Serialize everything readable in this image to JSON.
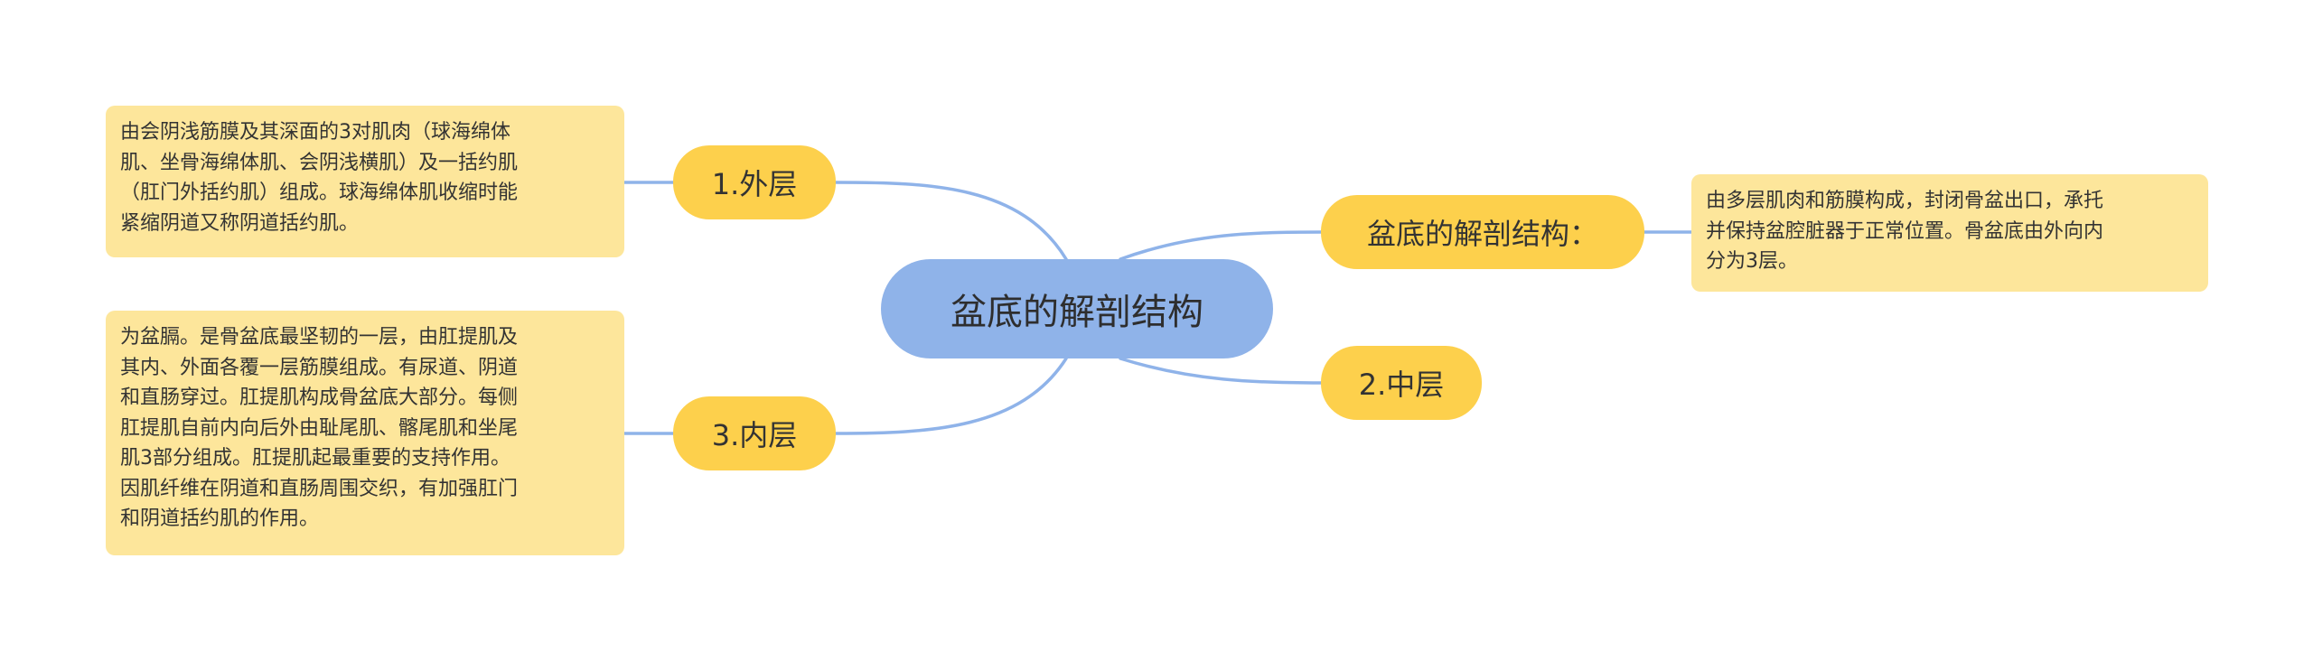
{
  "root": {
    "label": "盆底的解剖结构"
  },
  "branches": {
    "outer": {
      "label": "1.外层"
    },
    "inner": {
      "label": "3.内层"
    },
    "structure": {
      "label": "盆底的解剖结构："
    },
    "middle": {
      "label": "2.中层"
    }
  },
  "notes": {
    "outer": {
      "lines": [
        "由会阴浅筋膜及其深面的3对肌肉（球海绵体",
        "肌、坐骨海绵体肌、会阴浅横肌）及一括约肌",
        "（肛门外括约肌）组成。球海绵体肌收缩时能",
        "紧缩阴道又称阴道括约肌。"
      ]
    },
    "inner": {
      "lines": [
        "为盆膈。是骨盆底最坚韧的一层，由肛提肌及",
        "其内、外面各覆一层筋膜组成。有尿道、阴道",
        "和直肠穿过。肛提肌构成骨盆底大部分。每侧",
        "肛提肌自前内向后外由耻尾肌、髂尾肌和坐尾",
        "肌3部分组成。肛提肌起最重要的支持作用。",
        "因肌纤维在阴道和直肠周围交织，有加强肛门",
        "和阴道括约肌的作用。"
      ]
    },
    "structure": {
      "lines": [
        "由多层肌肉和筋膜构成，封闭骨盆出口，承托",
        "并保持盆腔脏器于正常位置。骨盆底由外向内",
        "分为3层。"
      ]
    }
  },
  "colors": {
    "root_fill": "#8fb3e9",
    "branch_fill": "#fdd04c",
    "note_fill": "#fde69b",
    "connector": "#8fb3e9"
  }
}
